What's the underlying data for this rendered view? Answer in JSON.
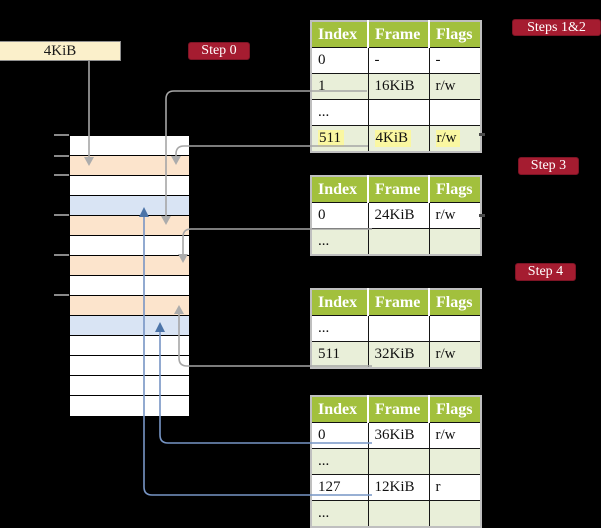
{
  "diagram": {
    "frame_size_label": "4KiB",
    "badges": {
      "step0": "Step 0",
      "steps12": "Steps 1&2",
      "step3": "Step 3",
      "step4": "Step 4"
    }
  },
  "memory": {
    "rows": [
      {
        "type": "free"
      },
      {
        "type": "pt"
      },
      {
        "type": "free"
      },
      {
        "type": "page"
      },
      {
        "type": "pt"
      },
      {
        "type": "free"
      },
      {
        "type": "pt"
      },
      {
        "type": "free"
      },
      {
        "type": "pt"
      },
      {
        "type": "page"
      },
      {
        "type": "free"
      },
      {
        "type": "free"
      },
      {
        "type": "free"
      },
      {
        "type": "free"
      }
    ]
  },
  "tables": [
    {
      "id": "root-page-table",
      "step": "Steps 1&2",
      "headers": [
        "Index",
        "Frame",
        "Flags"
      ],
      "rows": [
        {
          "cells": [
            "0",
            "-",
            "-"
          ],
          "shade": "white",
          "hl": "no"
        },
        {
          "cells": [
            "1",
            "16KiB",
            "r/w"
          ],
          "shade": "green",
          "hl": "no"
        },
        {
          "cells": [
            "...",
            "",
            ""
          ],
          "shade": "white",
          "hl": "no"
        },
        {
          "cells": [
            "511",
            "4KiB",
            "r/w"
          ],
          "shade": "green",
          "hl": "yes"
        }
      ]
    },
    {
      "id": "page-table-step3",
      "step": "Step 3",
      "headers": [
        "Index",
        "Frame",
        "Flags"
      ],
      "rows": [
        {
          "cells": [
            "0",
            "24KiB",
            "r/w"
          ],
          "shade": "white",
          "hl": "no"
        },
        {
          "cells": [
            "...",
            "",
            ""
          ],
          "shade": "green",
          "hl": "no"
        }
      ]
    },
    {
      "id": "page-table-step4",
      "step": "Step 4",
      "headers": [
        "Index",
        "Frame",
        "Flags"
      ],
      "rows": [
        {
          "cells": [
            "...",
            "",
            ""
          ],
          "shade": "white",
          "hl": "no"
        },
        {
          "cells": [
            "511",
            "32KiB",
            "r/w"
          ],
          "shade": "green",
          "hl": "no"
        }
      ]
    },
    {
      "id": "leaf-page-table",
      "headers": [
        "Index",
        "Frame",
        "Flags"
      ],
      "rows": [
        {
          "cells": [
            "0",
            "36KiB",
            "r/w"
          ],
          "shade": "white",
          "hl": "no"
        },
        {
          "cells": [
            "...",
            "",
            ""
          ],
          "shade": "green",
          "hl": "no"
        },
        {
          "cells": [
            "127",
            "12KiB",
            "r"
          ],
          "shade": "white",
          "hl": "no"
        },
        {
          "cells": [
            "...",
            "",
            ""
          ],
          "shade": "green",
          "hl": "no"
        }
      ]
    }
  ],
  "connectors": [
    {
      "from": "4KiB register label",
      "to": "memory frame 4KiB",
      "color": "grey"
    },
    {
      "from": "root table entry 1 (16KiB)",
      "to": "memory frame 16KiB",
      "color": "grey"
    },
    {
      "from": "root table entry 511 (4KiB)",
      "to": "memory frame 4KiB",
      "color": "grey"
    },
    {
      "from": "table entry 0 (24KiB)",
      "to": "memory frame 24KiB",
      "color": "grey"
    },
    {
      "from": "table entry 511 (32KiB)",
      "to": "memory frame 32KiB",
      "color": "grey"
    },
    {
      "from": "leaf entry 0 (36KiB)",
      "to": "memory frame 36KiB",
      "color": "blue"
    },
    {
      "from": "leaf entry 127 (12KiB)",
      "to": "memory frame 12KiB",
      "color": "blue"
    }
  ],
  "colors": {
    "background": "#000000",
    "badge_red": "#A51C30",
    "header_green": "#A2C03D",
    "row_green": "#E9EFD9",
    "memory_orange": "#FCE4CC",
    "memory_blue": "#D9E4F4",
    "highlight_yellow": "#FAF7A1",
    "label_cream": "#FBF0CB",
    "connector_grey": "#A6A6A6",
    "connector_blue": "#7795C5"
  }
}
